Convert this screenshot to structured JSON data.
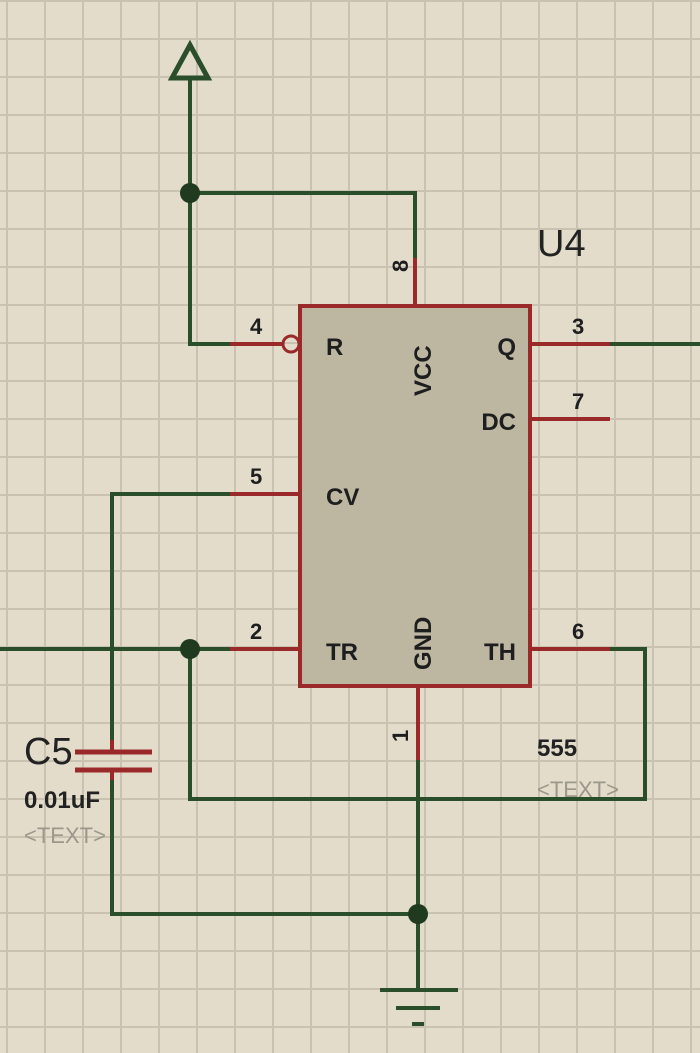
{
  "chip": {
    "reference": "U4",
    "value": "555",
    "placeholder": "<TEXT>",
    "pins": [
      {
        "name": "R",
        "number": "4"
      },
      {
        "name": "VCC",
        "number": "8"
      },
      {
        "name": "Q",
        "number": "3"
      },
      {
        "name": "DC",
        "number": "7"
      },
      {
        "name": "CV",
        "number": "5"
      },
      {
        "name": "TR",
        "number": "2"
      },
      {
        "name": "GND",
        "number": "1"
      },
      {
        "name": "TH",
        "number": "6"
      }
    ]
  },
  "capacitor": {
    "reference": "C5",
    "value": "0.01uF",
    "placeholder": "<TEXT>"
  },
  "colors": {
    "wire": "#2a4d2a",
    "pin": "#9a2a2a",
    "chip_body": "#bdb7a2",
    "grid_background": "#e3dccb"
  }
}
